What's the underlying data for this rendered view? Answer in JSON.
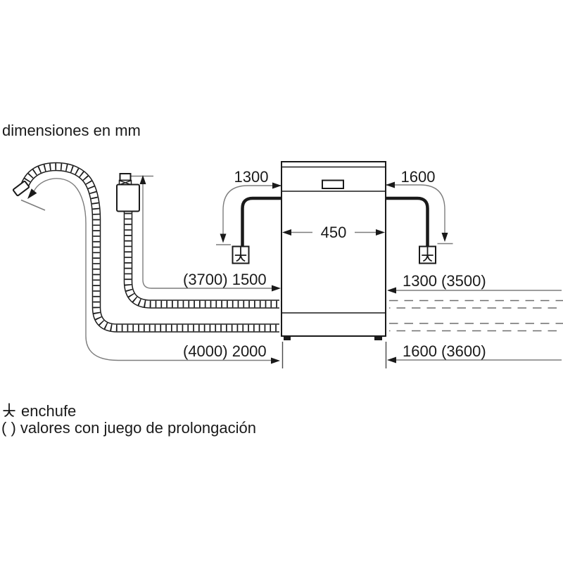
{
  "title": "dimensiones en mm",
  "dimensions": {
    "cable_left": "1300",
    "cable_right": "1600",
    "appliance_width": "450",
    "left_upper": "(3700) 1500",
    "left_lower": "(4000) 2000",
    "right_upper": "1300 (3500)",
    "right_lower": "1600 (3600)"
  },
  "legend": {
    "plug_label": "enchufe",
    "note": "( ) valores con juego de prolongación"
  },
  "colors": {
    "line": "#1a1a1a",
    "dim_line": "#7d7d7d"
  }
}
